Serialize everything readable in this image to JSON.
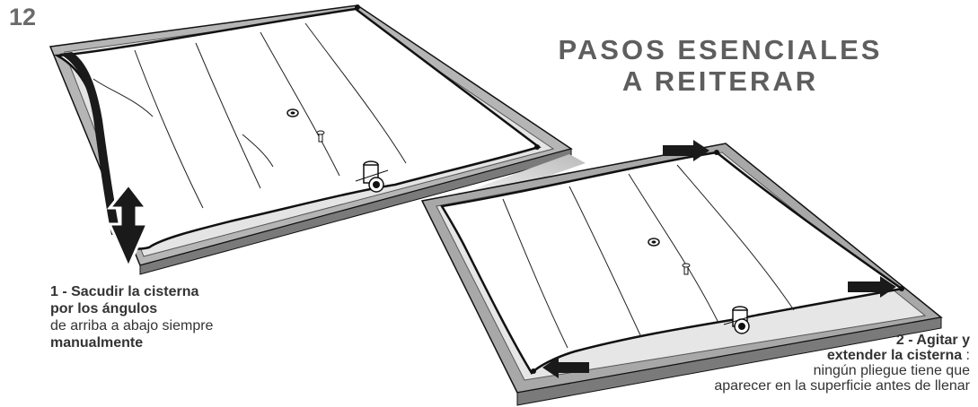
{
  "step_number": "12",
  "title": {
    "line1": "PASOS ESENCIALES",
    "line2": "A REITERAR"
  },
  "step1": {
    "number": "1",
    "separator": " - ",
    "action": "Sacudir la cisterna",
    "action_line2": "por los ángulos",
    "detail": "de arriba a abajo siempre",
    "emphasis": "manualmente"
  },
  "step2": {
    "number": "2",
    "separator": " - ",
    "action": "Agitar y",
    "action_line2": "extender la cisterna",
    "colon": " :",
    "detail_line1": "ningún pliegue tiene que",
    "detail_line2": "aparecer en la superficie antes de llenar"
  },
  "colors": {
    "frame": "#8a8a8a",
    "frame_light": "#c4c4c4",
    "outline": "#111111",
    "title": "#5e5e5e",
    "arrow": "#1a1a1a"
  }
}
